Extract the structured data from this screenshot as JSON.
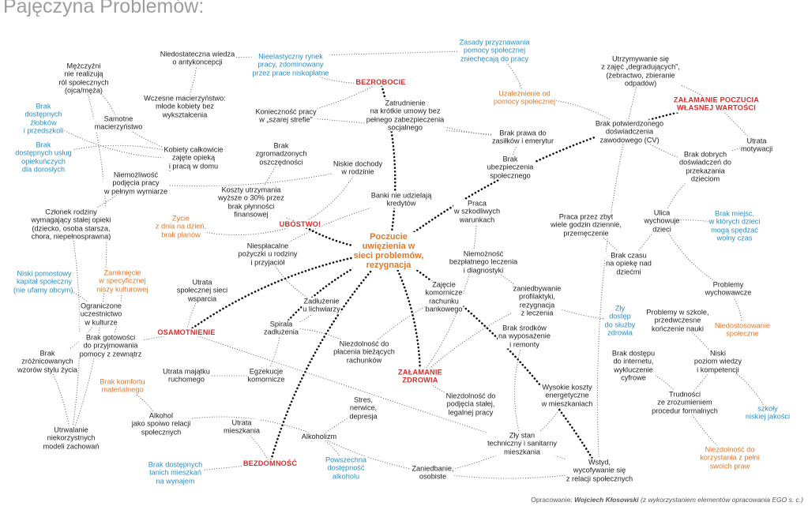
{
  "title": "Pajęczyna Problemów:",
  "center": "Poczucie\nuwięzienia w\nsieci problemów,\nrezygnacja",
  "nodes": {
    "n_mezczyzni": "Mężczyźni\nnie realizują\nról społecznych\n(ojca/męża)",
    "n_niedost_wiedza": "Niedostateczna wiedza\no antykoncepcji",
    "n_nieelast": "Nieelastyczny rynek\npracy, zdominowany\nprzez prace niskopłatne",
    "n_zasady": "Zasady przyznawania\npomocy społecznej\nzniechęcają do pracy",
    "n_utrzymywanie": "Utrzymywanie się\nz zajęć „degradujących”,\n(żebractwo, zbieranie\nodpadów)",
    "n_bezrobocie": "BEZROBOCIE",
    "n_wczesne": "Wczesne macierzyństwo:\nmłode kobiety bez\nwykształcenia",
    "n_brak_zlobkow": "Brak\ndostępnych\nżłobków\ni przedszkoli",
    "n_samotne": "Samotne\nmacierzyństwo",
    "n_koniecznosc": "Konieczność pracy\nw „szarej strefie”",
    "n_zatrudnienie": "Zatrudnienie\nna krótkie umowy bez\npełnego zabezpieczenia\nsocjalnego",
    "n_uzaleznienie": "Uzależnienie od\npomocy społecznej",
    "n_zalamanie_poczucia": "ZAŁAMANIE POCZUCIA\nWŁASNEJ WARTOŚCI",
    "n_brak_potw": "Brak potwierdzonego\ndoświadczenia\nzawodowego (CV)",
    "n_brak_uslug": "Brak\ndostępnych usług\nopiekuńczych\ndla dorosłych",
    "n_kobiety": "Kobiety całkowicie\nzajęte opieką\ni pracą w domu",
    "n_brak_zgrom": "Brak\nzgromadzonych\noszczędności",
    "n_brak_prawa": "Brak prawa do\nzasiłków i emerytur",
    "n_utrata_motyw": "Utrata\nmotywacji",
    "n_niskie_dochody": "Niskie dochody\nw rodzinie",
    "n_brak_ubezp": "Brak\nubezpieczenia\nspołecznego",
    "n_brak_dobrych": "Brak dobrych\ndoświadczeń do\nprzekazania\ndzieciom",
    "n_niemoznosc_pracy": "Niemożliwość\npodjęcia pracy\nw pełnym wymiarze",
    "n_koszty": "Koszty utrzymania\nwyższe o 30% przez\nbrak płynności\nfinansowej",
    "n_banki": "Banki nie udzielają\nkredytów",
    "n_praca_szkodl": "Praca\nw szkodliwych\nwarunkach",
    "n_czlonek": "Członek rodziny\nwymagający stałej opieki\n(dziecko, osoba starsza,\nchora, niepełnosprawna)",
    "n_ubostwo": "UBÓSTWO!",
    "n_zycie": "Życie\nz dnia na dzień,\nbrak planów",
    "n_praca_przez": "Praca przez zbyt\nwiele godzin dziennie,\nprzemęczenie",
    "n_ulica": "Ulica\nwychowuje\ndzieci",
    "n_brak_miejsc": "Brak miejsc,\nw których dzieci\nmogą spędzać\nwolny czas",
    "n_niespl": "Niespłacalne\npożyczki u rodziny\ni przyjaciół",
    "n_niemoznosc_bezpl": "Niemożność\nbezpłatnego leczenia\ni diagnostyki",
    "n_brak_czasu": "Brak czasu\nna opiekę nad\ndziećmi",
    "n_niski_kapital": "Niski pomostowy\nkapitał społeczny\n(nie ufamy obcym),",
    "n_zamkniecie": "Zamknięcie\nw specyficznej\nniszy kulturowej",
    "n_utrata_sieci": "Utrata\nspołecznej sieci\nwsparcia",
    "n_zajecie": "Zajęcie\nkomornicze\nrachunku\nbankowego",
    "n_zaniedbywanie": "zaniedbywanie\nprofilaktyki,\nrezygnacja\nz leczenia",
    "n_problemy_wych": "Problemy\nwychowawcze",
    "n_ograniczone": "Ograniczone\nuczestnictwo\nw kulturze",
    "n_zadluzenie": "Zadłużenie\nu lichwiarzy",
    "n_zly_dostep": "Zły\ndostęp\ndo służby\nzdrowia",
    "n_problemy_szkole": "Problemy w szkole,\nprzedwczesne\nkończenie nauki",
    "n_osamotnienie": "OSAMOTNIENIE",
    "n_spirala": "Spirala\nzadłużenia",
    "n_brak_srodkow": "Brak środków\nna wyposażenie\ni remonty",
    "n_niedostos": "Niedostosowanie\nspołeczne",
    "n_brak_zrozn": "Brak\nzróżnicowanych\nwzorów stylu życia",
    "n_brak_gotow": "Brak gotowości\ndo przyjmowania\npomocy z zewnątrz",
    "n_niezdolnosc_plac": "Niezdolność do\npłacenia bieżących\nrachunków",
    "n_brak_dostepu_int": "Brak dostępu\ndo internetu,\nwykluczenie\ncyfrowe",
    "n_niski_poziom": "Niski\npoziom wiedzy\ni kompetencji",
    "n_utrata_majatku": "Utrata majątku\nruchomego",
    "n_egzekucje": "Egzekucje\nkomornicze",
    "n_zalamanie_zdrowia": "ZAŁAMANIE\nZDROWIA",
    "n_brak_komfortu": "Brak komfortu\nmaterialnego",
    "n_wysokie": "Wysokie koszty\nenergetyczne\nw mieszkaniach",
    "n_stres": "Stres,\nnerwice,\ndepresja",
    "n_niezdolnosc_pracy": "Niezdolność do\npodjęcia stałej,\nlegalnej pracy",
    "n_alkohol_relacje": "Alkohol\njako spoiwo relacji\nspołecznych",
    "n_trudnosci": "Trudności\nze zrozumieniem\nprocedur formalnych",
    "n_szkoly": "szkoły\nniskiej jakości",
    "n_utrata_mieszk": "Utrata\nmieszkania",
    "n_alkoholizm": "Alkoholizm",
    "n_utrwalanie": "Utrwalanie\nniekorzystnych\nmodeli zachowań",
    "n_zly_stan": "Zły stan\ntechniczny i sanitarny\nmieszkania",
    "n_bezdomnosc": "BEZDOMNOŚĆ",
    "n_powszechna": "Powszechna\ndostępność\nalkoholu",
    "n_brak_tanich": "Brak dostępnych\ntanich mieszkań\nna wynajem",
    "n_zaniedbanie": "Zaniedbanie,\nosobiste",
    "n_wstyd": "Wstyd,\nwycofywanie się\nz relacji społecznych",
    "n_niezdolnosc_korz": "Niezdolność do\nkorzystania z pełni\nswoich praw"
  },
  "footer": {
    "prefix": "Opracowanie:",
    "author": "Wojciech Kłosowski",
    "suffix": "(z wykorzystaniem elementów opracowania EGO s. c.)"
  },
  "colors": {
    "text": "#222222",
    "blue": "#2a8fc6",
    "orange": "#e0792a",
    "red": "#d0312d",
    "title": "#9e9e9e",
    "edge": "#666666"
  }
}
